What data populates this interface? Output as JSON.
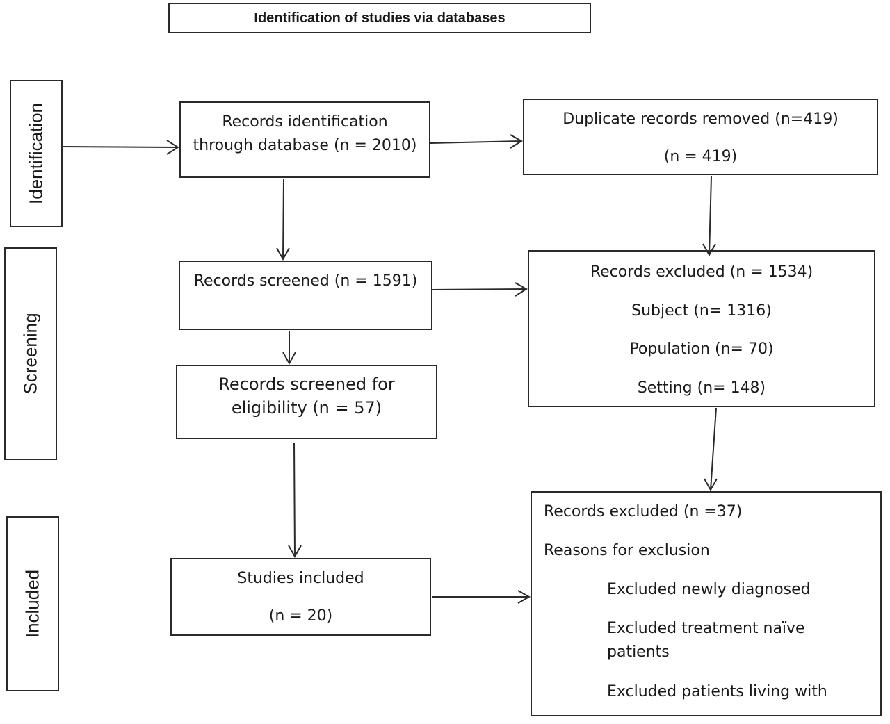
{
  "title": "Identification of studies via databases",
  "phases": {
    "identification": "Identification",
    "screening": "Screening",
    "included": "Included"
  },
  "boxes": {
    "records_identification": {
      "line1": "Records identification",
      "line2": "through database (n = 2010)"
    },
    "duplicates_removed": {
      "line1": "Duplicate records removed (n=419)",
      "line2": "(n = 419)"
    },
    "records_screened": {
      "line1": "Records screened (n = 1591)"
    },
    "records_excluded_screening": {
      "line1": "Records excluded (n = 1534)",
      "subject": "Subject (n= 1316)",
      "population": "Population (n= 70)",
      "setting": "Setting (n= 148)"
    },
    "screened_eligibility": {
      "line1": "Records screened for",
      "line2": "eligibility (n = 57)"
    },
    "studies_included": {
      "line1": "Studies included",
      "line2": "(n = 20)"
    },
    "records_excluded_eligibility": {
      "line1": "Records excluded (n =37)",
      "reasons_label": "Reasons for exclusion",
      "reason1": "Excluded newly diagnosed",
      "reason2_line1": "Excluded treatment naïve",
      "reason2_line2": "patients",
      "reason3": "Excluded patients living with"
    }
  }
}
